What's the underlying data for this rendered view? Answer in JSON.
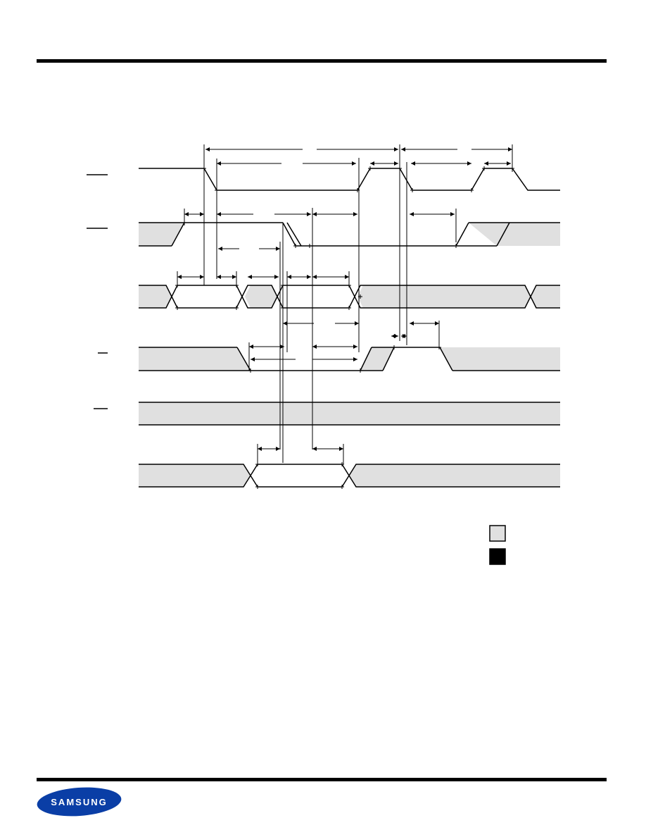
{
  "brand": {
    "name": "SAMSUNG",
    "colors": {
      "logo_fill": "#0a3ea6",
      "logo_text": "#ffffff"
    }
  },
  "colors": {
    "shade": "#e0e0e0",
    "line": "#000000",
    "legend_dont_care": "#e0e0e0",
    "legend_undefined": "#000000"
  },
  "legend": [
    {
      "name": "legend-swatch-light",
      "color": "#e0e0e0"
    },
    {
      "name": "legend-swatch-dark",
      "color": "#000000"
    }
  ]
}
